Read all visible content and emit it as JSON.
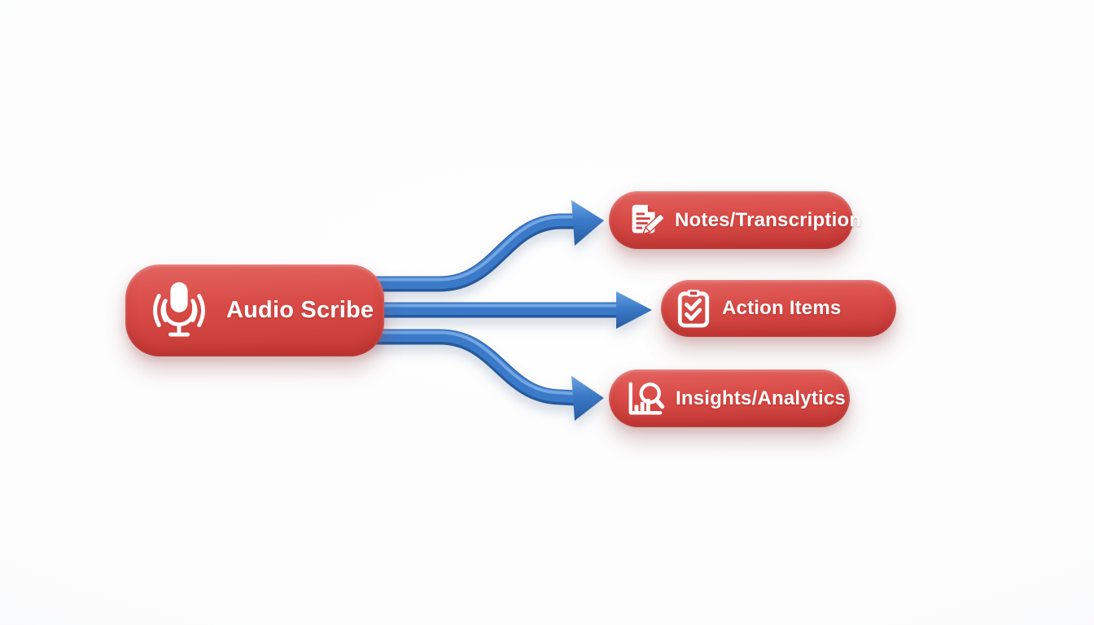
{
  "diagram": {
    "source_node": {
      "label": "Audio Scribe",
      "icon": "microphone-sound-waves-icon"
    },
    "output_nodes": [
      {
        "label": "Notes/Transcription",
        "icon": "document-pencil-icon"
      },
      {
        "label": "Action Items",
        "icon": "clipboard-checklist-icon"
      },
      {
        "label": "Insights/Analytics",
        "icon": "bar-chart-magnifier-icon"
      }
    ],
    "connectors": [
      {
        "from": "Audio Scribe",
        "to": "Notes/Transcription",
        "shape": "s-curve-up"
      },
      {
        "from": "Audio Scribe",
        "to": "Action Items",
        "shape": "straight"
      },
      {
        "from": "Audio Scribe",
        "to": "Insights/Analytics",
        "shape": "s-curve-down"
      }
    ],
    "colors": {
      "node_fill": "#d84a46",
      "node_fill_light": "#e36460",
      "node_fill_dark": "#c53a37",
      "icon_detail_red": "#d4413f",
      "arrow_fill": "#3b7ac8",
      "arrow_highlight": "#78abe6",
      "arrow_shadow": "#265a9e",
      "label_text": "#ffffff",
      "background": "#fcfcfd"
    }
  }
}
